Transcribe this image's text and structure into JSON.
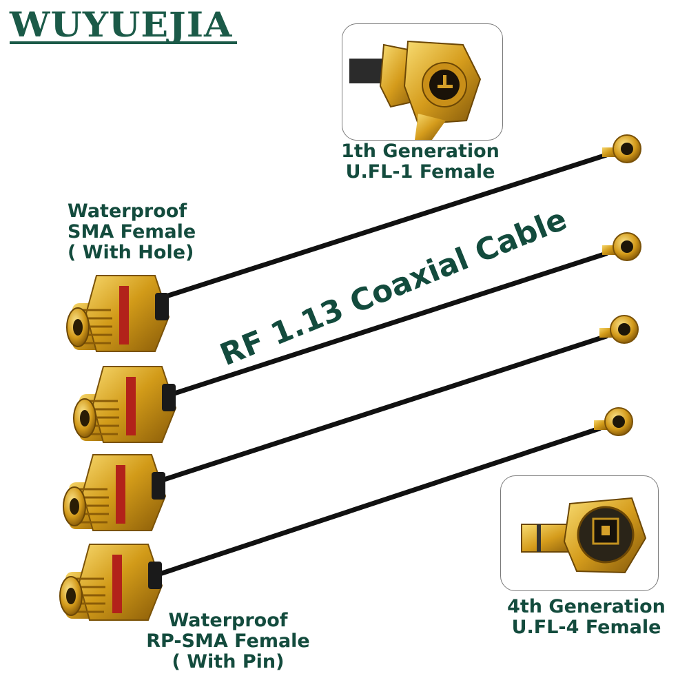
{
  "brand": {
    "name": "WUYUEJIA"
  },
  "labels": {
    "top_left": [
      "Waterproof",
      "SMA Female",
      "( With Hole)"
    ],
    "bottom_left": [
      "Waterproof",
      "RP-SMA Female",
      "( With Pin)"
    ],
    "gen1": [
      "1th Generation",
      "U.FL-1 Female"
    ],
    "gen4": [
      "4th Generation",
      "U.FL-4 Female"
    ]
  },
  "center_title": "RF 1.13 Coaxial Cable",
  "colors": {
    "brand_green": "#1b5a48",
    "label_green": "#134b3d",
    "gold": "#d4a017",
    "cable": "#111111"
  }
}
